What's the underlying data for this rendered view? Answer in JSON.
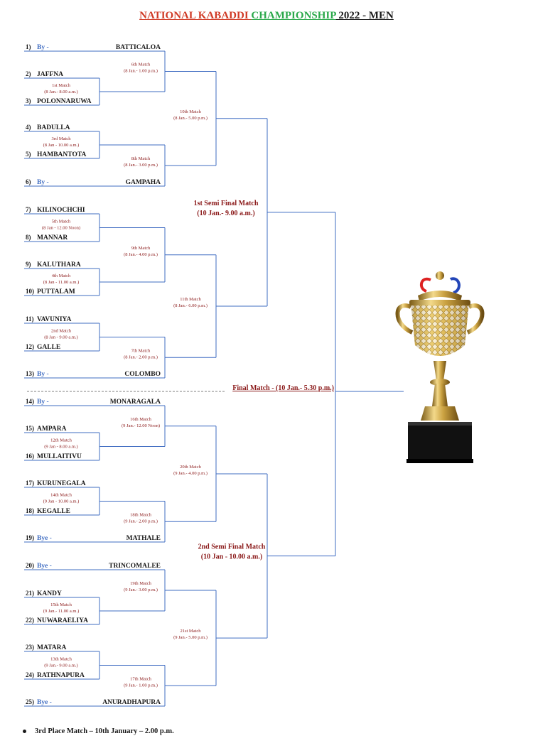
{
  "title": {
    "part1": "NATIONAL KABADDI ",
    "part2": "CHAMPIONSHIP",
    "part3": " 2022 - MEN",
    "color1": "#d03a25",
    "color2": "#2aa84a",
    "color3": "#1a1a1a"
  },
  "teams": [
    {
      "num": "1)",
      "bye": "By -",
      "name": "BATTICALOA"
    },
    {
      "num": "2)",
      "bye": "",
      "name": "JAFFNA"
    },
    {
      "num": "3)",
      "bye": "",
      "name": "POLONNARUWA"
    },
    {
      "num": "4)",
      "bye": "",
      "name": "BADULLA"
    },
    {
      "num": "5)",
      "bye": "",
      "name": "HAMBANTOTA"
    },
    {
      "num": "6)",
      "bye": "By -",
      "name": "GAMPAHA"
    },
    {
      "num": "7)",
      "bye": "",
      "name": "KILINOCHCHI"
    },
    {
      "num": "8)",
      "bye": "",
      "name": "MANNAR"
    },
    {
      "num": "9)",
      "bye": "",
      "name": "KALUTHARA"
    },
    {
      "num": "10)",
      "bye": "",
      "name": "PUTTALAM"
    },
    {
      "num": "11)",
      "bye": "",
      "name": "VAVUNIYA"
    },
    {
      "num": "12)",
      "bye": "",
      "name": "GALLE"
    },
    {
      "num": "13)",
      "bye": "By -",
      "name": "COLOMBO"
    },
    {
      "num": "14)",
      "bye": "By -",
      "name": "MONARAGALA"
    },
    {
      "num": "15)",
      "bye": "",
      "name": "AMPARA"
    },
    {
      "num": "16)",
      "bye": "",
      "name": "MULLAITIVU"
    },
    {
      "num": "17)",
      "bye": "",
      "name": "KURUNEGALA"
    },
    {
      "num": "18)",
      "bye": "",
      "name": "KEGALLE"
    },
    {
      "num": "19)",
      "bye": "Bye -",
      "name": "MATHALE"
    },
    {
      "num": "20)",
      "bye": "Bye -",
      "name": "TRINCOMALEE"
    },
    {
      "num": "21)",
      "bye": "",
      "name": "KANDY"
    },
    {
      "num": "22)",
      "bye": "",
      "name": "NUWARAELIYA"
    },
    {
      "num": "23)",
      "bye": "",
      "name": "MATARA"
    },
    {
      "num": "24)",
      "bye": "",
      "name": "RATHNAPURA"
    },
    {
      "num": "25)",
      "bye": "Bye -",
      "name": "ANURADHAPURA"
    }
  ],
  "matches": [
    {
      "id": "m1",
      "line1": "1st Match",
      "line2": "(8 Jan.- 8.00 a.m.)"
    },
    {
      "id": "m3",
      "line1": "3rd Match",
      "line2": "(8 Jan - 10.00 a.m.)"
    },
    {
      "id": "m5",
      "line1": "5th Match",
      "line2": "(8 Jan - 12.00 Noon)"
    },
    {
      "id": "m4",
      "line1": "4th Match",
      "line2": "(8 Jan - 11.00 a.m.)"
    },
    {
      "id": "m2",
      "line1": "2nd Match",
      "line2": "(8 Jan - 9.00 a.m.)"
    },
    {
      "id": "m12",
      "line1": "12th Match",
      "line2": "(9 Jan - 8.00 a.m.)"
    },
    {
      "id": "m14",
      "line1": "14th Match",
      "line2": "(9 Jan - 10.00 a.m.)"
    },
    {
      "id": "m15",
      "line1": "15th Match",
      "line2": "(9 Jan.- 11.00 a.m.)"
    },
    {
      "id": "m13",
      "line1": "13th Match",
      "line2": "(9 Jan.- 9.00 a.m.)"
    },
    {
      "id": "m6",
      "line1": "6th Match",
      "line2": "(8 Jan.- 1.00 p.m.)"
    },
    {
      "id": "m8",
      "line1": "8th Match",
      "line2": "(8 Jan.- 3.00 p.m.)"
    },
    {
      "id": "m9",
      "line1": "9th Match",
      "line2": "(8 Jan.- 4.00 p.m.)"
    },
    {
      "id": "m7",
      "line1": "7th Match",
      "line2": "(8 Jan.- 2.00 p.m.)"
    },
    {
      "id": "m16",
      "line1": "16th Match",
      "line2": "(9 Jan.- 12.00 Noon)"
    },
    {
      "id": "m18",
      "line1": "18th Match",
      "line2": "(9 Jan.- 2.00 p.m.)"
    },
    {
      "id": "m19",
      "line1": "19th Match",
      "line2": "(9 Jan.- 3.00 p.m.)"
    },
    {
      "id": "m17",
      "line1": "17th Match",
      "line2": "(9 Jan.- 1.00 p.m.)"
    },
    {
      "id": "m10",
      "line1": "10th Match",
      "line2": "(8 Jan.- 5.00 p.m.)"
    },
    {
      "id": "m11",
      "line1": "11th Match",
      "line2": "(8 Jan.- 6.00 p.m.)"
    },
    {
      "id": "m20",
      "line1": "20th Match",
      "line2": "(9 Jan.- 4.00 p.m.)"
    },
    {
      "id": "m21",
      "line1": "21st Match",
      "line2": "(9 Jan.- 5.00 p.m.)"
    }
  ],
  "semis": [
    {
      "id": "semi1",
      "line1": "1st Semi Final Match",
      "line2": "(10 Jan.- 9.00 a.m.)"
    },
    {
      "id": "semi2",
      "line1": "2nd Semi Final Match",
      "line2": "(10 Jan - 10.00 a.m.)"
    }
  ],
  "final": "Final Match - (10 Jan.- 5.30 p.m.)",
  "footer": "3rd Place Match – 10th January – 2.00 p.m.",
  "colors": {
    "line": "#3f6cc2",
    "label": "#8b1a1a",
    "bye": "#3f6cc2"
  },
  "trophy_icon": "trophy-icon"
}
